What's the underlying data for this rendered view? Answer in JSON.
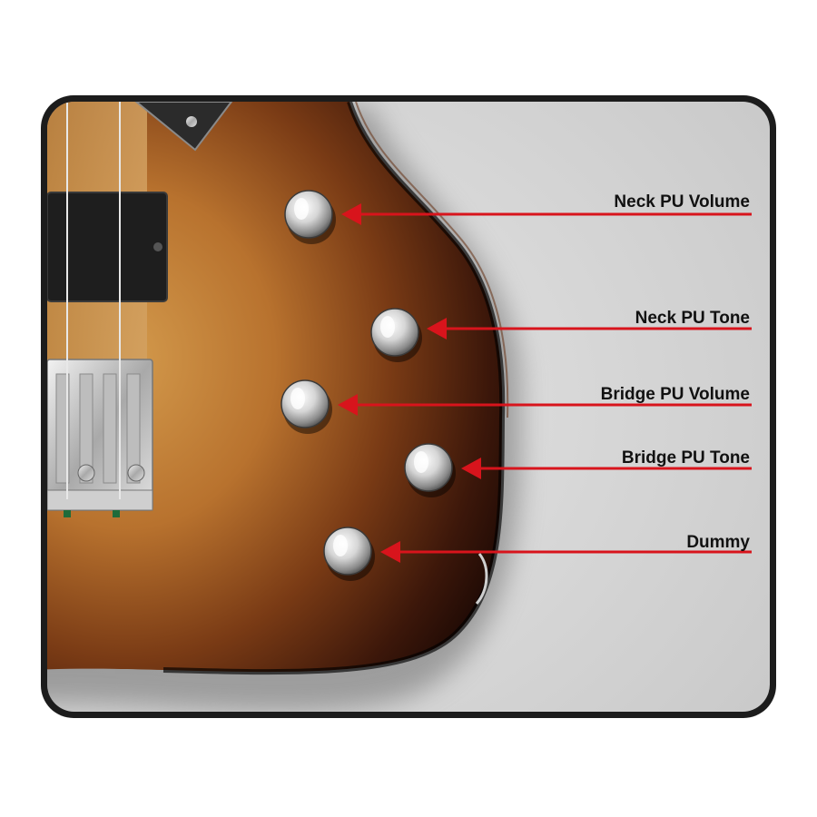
{
  "colors": {
    "frame": "#1c1c1c",
    "panel": "#cfcfcf",
    "arrow": "#d8141c",
    "label": "#111111",
    "body_center": "#c98a3e",
    "body_edge": "#2a1208",
    "knob_metal": "#d9d9d9"
  },
  "icons": {
    "knob": "chrome-knob-icon",
    "arrow": "red-arrow-icon",
    "pickup": "pickup-icon",
    "bridge": "bridge-icon"
  },
  "callouts": [
    {
      "id": "neck-pu-volume",
      "label": "Neck PU Volume"
    },
    {
      "id": "neck-pu-tone",
      "label": "Neck PU Tone"
    },
    {
      "id": "bridge-pu-volume",
      "label": "Bridge PU Volume"
    },
    {
      "id": "bridge-pu-tone",
      "label": "Bridge PU Tone"
    },
    {
      "id": "dummy",
      "label": "Dummy"
    }
  ]
}
